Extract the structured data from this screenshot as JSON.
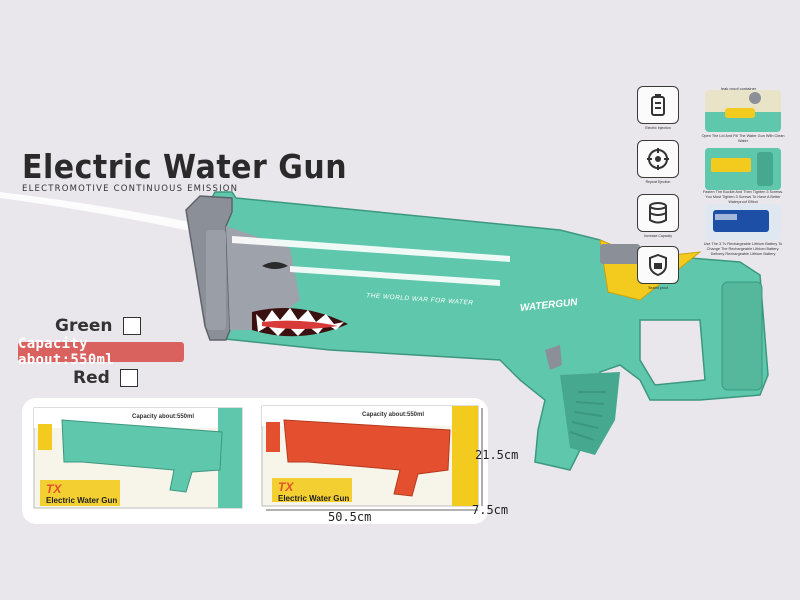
{
  "header": {
    "title": "Electric Water Gun",
    "subtitle": "ELECTROMOTIVE CONTINUOUS EMISSION"
  },
  "variants": {
    "green_label": "Green",
    "red_label": "Red",
    "capacity_label": "Capacity about:550ml"
  },
  "gun": {
    "slogan": "THE WORLD WAR FOR WATER",
    "brand": "WATERGUN",
    "tank_label": "leak proof container"
  },
  "features": [
    {
      "icon": "battery-icon",
      "icon_label": "Electric Injection",
      "photo_text": "Open The Lid And Fill The Water Gun With Clean Water"
    },
    {
      "icon": "target-icon",
      "icon_label": "Repeat Ejection",
      "photo_text": "Fasten The Buckle And Then Tighten 3 Screws. You Must Tighten 3 Screws To Have A Better Waterproof Effect"
    },
    {
      "icon": "tank-icon",
      "icon_label": "Increase Capacity",
      "photo_text": "Use The 3.7v Rechargeable Lithium Battery To Change The Rechargeable Lithium Battery. Delivery Rechargeable Lithium Battery"
    },
    {
      "icon": "shield-icon",
      "icon_label": "Sealed proof",
      "photo_text": ""
    }
  ],
  "package": {
    "box_green_capacity": "Capacity about:550ml",
    "box_green_title": "Electric Water Gun",
    "box_red_capacity": "Capacity about:550ml",
    "box_red_title": "Electric Water Gun",
    "box_logo": "TX"
  },
  "dimensions": {
    "height": "21.5cm",
    "depth": "7.5cm",
    "width": "50.5cm"
  },
  "colors": {
    "gun_teal": "#5fc8ac",
    "gun_dark_teal": "#46a88f",
    "grey_nozzle": "#8b8f98",
    "yellow_accent": "#f2cb1e",
    "red_gun": "#e4502f",
    "capacity_bg": "#d9625e"
  }
}
